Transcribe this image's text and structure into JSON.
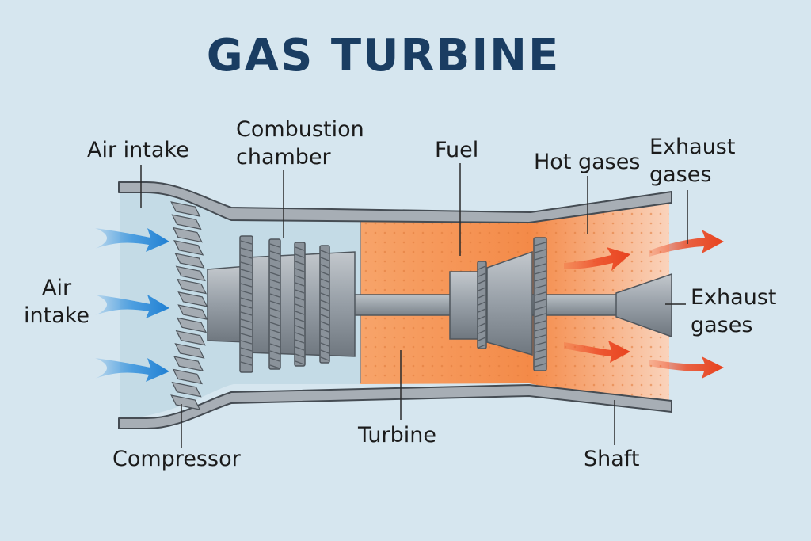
{
  "title": "GAS TURBINE",
  "labels": {
    "air_intake_top": "Air intake",
    "combustion_chamber": "Combustion\nchamber",
    "fuel": "Fuel",
    "hot_gases": "Hot gases",
    "exhaust_gases_top": "Exhaust\ngases",
    "air_intake_left": "Air\nintake",
    "exhaust_gases_right": "Exhaust\ngases",
    "compressor": "Compressor",
    "turbine": "Turbine",
    "shaft": "Shaft"
  },
  "colors": {
    "background": "#d6e6ef",
    "title": "#1a3d62",
    "cold_section": "#c4dbe6",
    "hot_section": "#f5a168",
    "air_arrow": "#2f8fde",
    "hot_arrow": "#ec4a24",
    "metal": "#8e969f",
    "metal_dark": "#5c636b"
  }
}
